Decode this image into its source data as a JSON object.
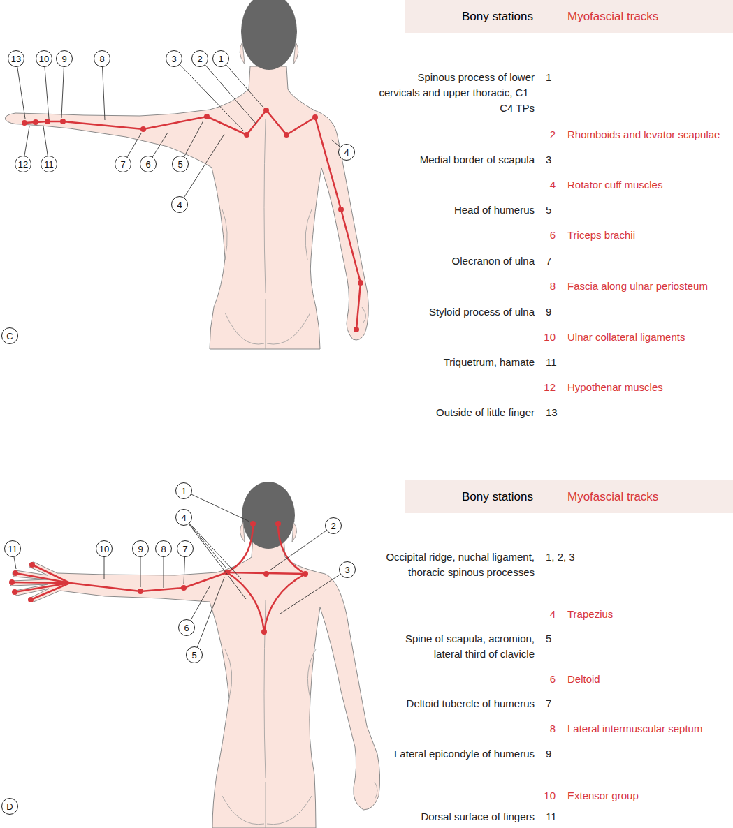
{
  "diagram": {
    "nodes": [
      {
        "text": [
          "Bony stations",
          "Myofascial tracks"
        ]
      },
      {
        "text": [
          "13"
        ]
      },
      {
        "text": [
          "10"
        ]
      },
      {
        "text": [
          "9"
        ]
      },
      {
        "text": [
          "8"
        ]
      },
      {
        "text": [
          "3"
        ]
      },
      {
        "text": [
          "2"
        ]
      },
      {
        "text": [
          "1"
        ]
      },
      {
        "text": [
          "4"
        ]
      },
      {
        "text": [
          "12"
        ]
      },
      {
        "text": [
          "11"
        ]
      },
      {
        "text": [
          "7"
        ]
      },
      {
        "text": [
          "6"
        ]
      },
      {
        "text": [
          "5"
        ]
      },
      {
        "text": [
          "4"
        ]
      },
      {
        "text": [
          "C"
        ]
      },
      {
        "text": [
          "Bony stations",
          "Myofascial tracks"
        ]
      },
      {
        "text": [
          "1"
        ]
      },
      {
        "text": [
          "4"
        ]
      },
      {
        "text": [
          "2"
        ]
      },
      {
        "text": [
          "11"
        ]
      },
      {
        "text": [
          "10"
        ]
      },
      {
        "text": [
          "9"
        ]
      },
      {
        "text": [
          "8"
        ]
      },
      {
        "text": [
          "7"
        ]
      },
      {
        "text": [
          "3"
        ]
      },
      {
        "text": [
          "6"
        ]
      },
      {
        "text": [
          "5"
        ]
      },
      {
        "text": [
          "D"
        ]
      }
    ],
    "labels": [
      "Spinous process of lower cervicals and upper thoracic, C1–C4 TPs",
      "1",
      "2",
      "Rhomboids and levator scapulae",
      "Medial border of scapula",
      "3",
      "4",
      "Rotator cuff muscles",
      "Head of humerus",
      "5",
      "6",
      "Triceps brachii",
      "Olecranon of ulna",
      "7",
      "8",
      "Fascia along ulnar periosteum",
      "Styloid process of ulna",
      "9",
      "10",
      "Ulnar collateral ligaments",
      "Triquetrum, hamate",
      "11",
      "12",
      "Hypothenar muscles",
      "Outside of little finger",
      "13",
      "Occipital ridge, nuchal ligament, thoracic spinous processes",
      "1, 2, 3",
      "4",
      "Trapezius",
      "Spine of scapula, acromion, lateral third of clavicle",
      "5",
      "6",
      "Deltoid",
      "Deltoid tubercle of humerus",
      "7",
      "8",
      "Lateral intermuscular septum",
      "Lateral epicondyle of humerus",
      "9",
      "10",
      "Extensor group",
      "Dorsal surface of fingers",
      "11"
    ]
  }
}
